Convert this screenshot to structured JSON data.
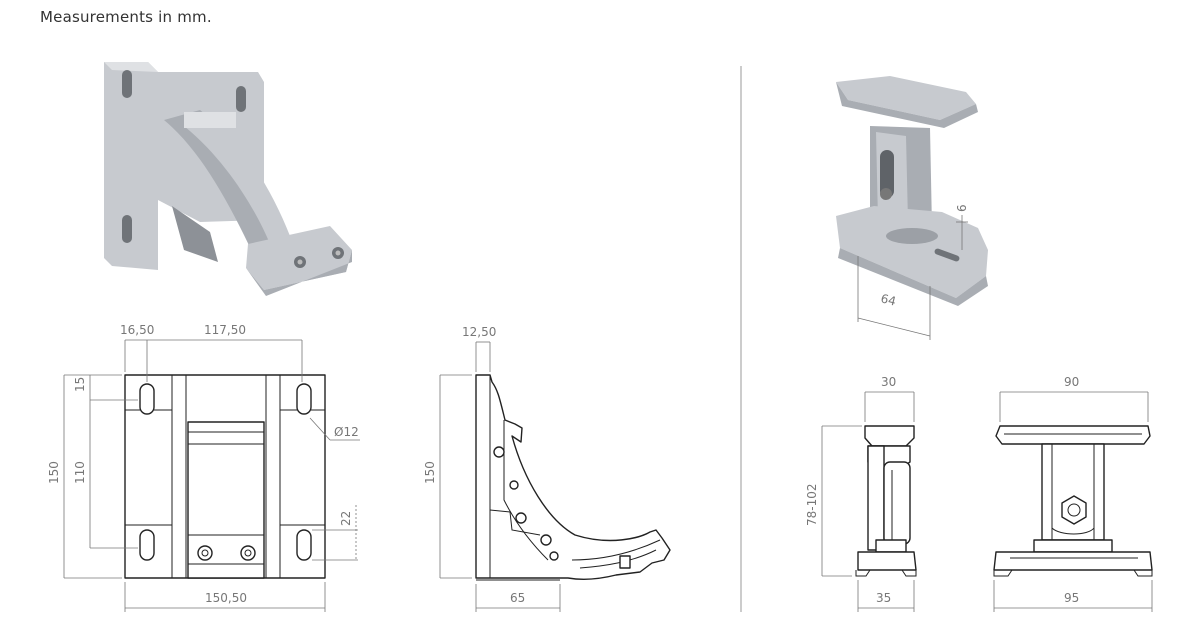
{
  "caption": "Measurements in mm.",
  "front_view": {
    "top_left_width": "16,50",
    "top_span": "117,50",
    "side_top": "15",
    "side_middle": "110",
    "side_total": "150",
    "hole_diameter": "Ø12",
    "right_small": "22",
    "bottom_width": "150,50"
  },
  "side_view": {
    "top_offset": "12,50",
    "height": "150",
    "bottom_width": "65"
  },
  "tilt_mount": {
    "thickness": "6",
    "base_length": "64"
  },
  "mount_side_view": {
    "top_width": "30",
    "height_range": "78-102",
    "bottom_width": "35"
  },
  "mount_front_view": {
    "top_width": "90",
    "bottom_width": "95"
  }
}
